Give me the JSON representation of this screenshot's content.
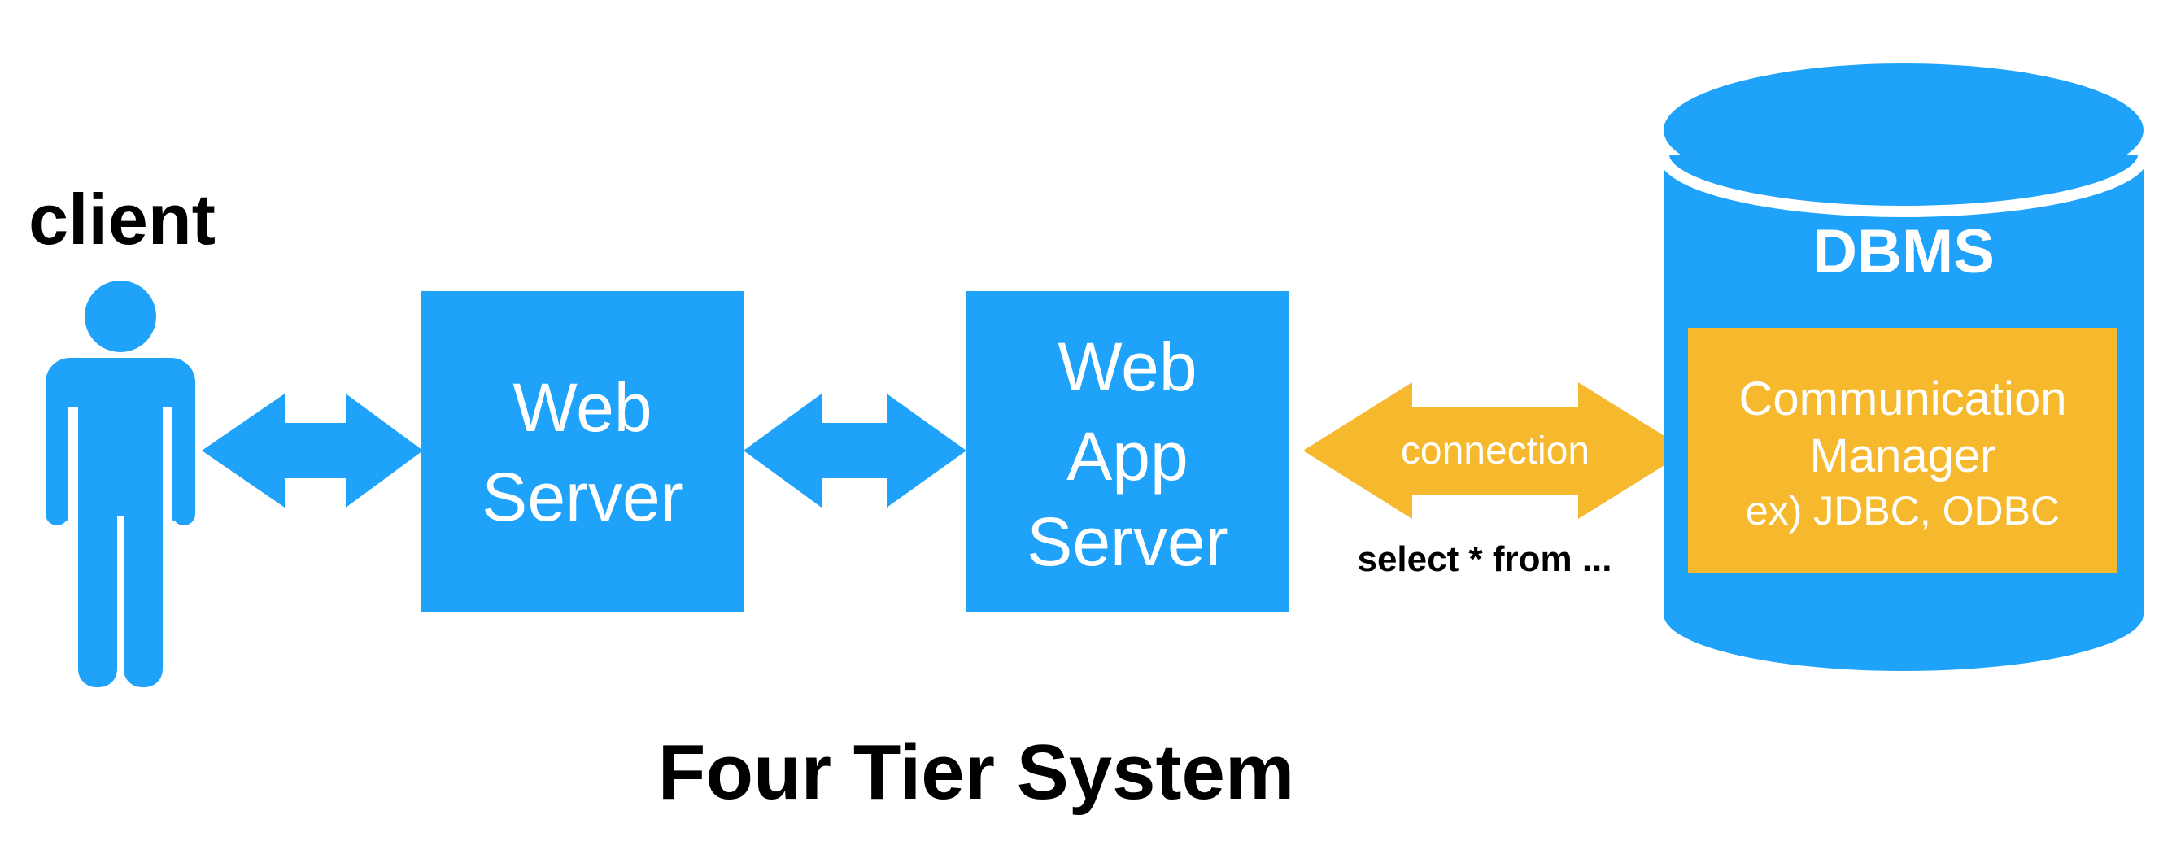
{
  "client": {
    "label": "client",
    "icon": "person-icon"
  },
  "tiers": [
    {
      "lines": [
        "Web",
        "Server"
      ]
    },
    {
      "lines": [
        "Web",
        "App",
        "Server"
      ]
    }
  ],
  "connection": {
    "label": "connection",
    "query": "select * from ..."
  },
  "dbms": {
    "title": "DBMS",
    "manager": {
      "line1": "Communication",
      "line2": "Manager",
      "line3": "ex) JDBC, ODBC"
    }
  },
  "title": "Four Tier System",
  "colors": {
    "tier_blue": "#1fa2f9",
    "connection_yellow": "#f6b82d",
    "text_dark": "#000000",
    "text_light": "#ffffff"
  }
}
